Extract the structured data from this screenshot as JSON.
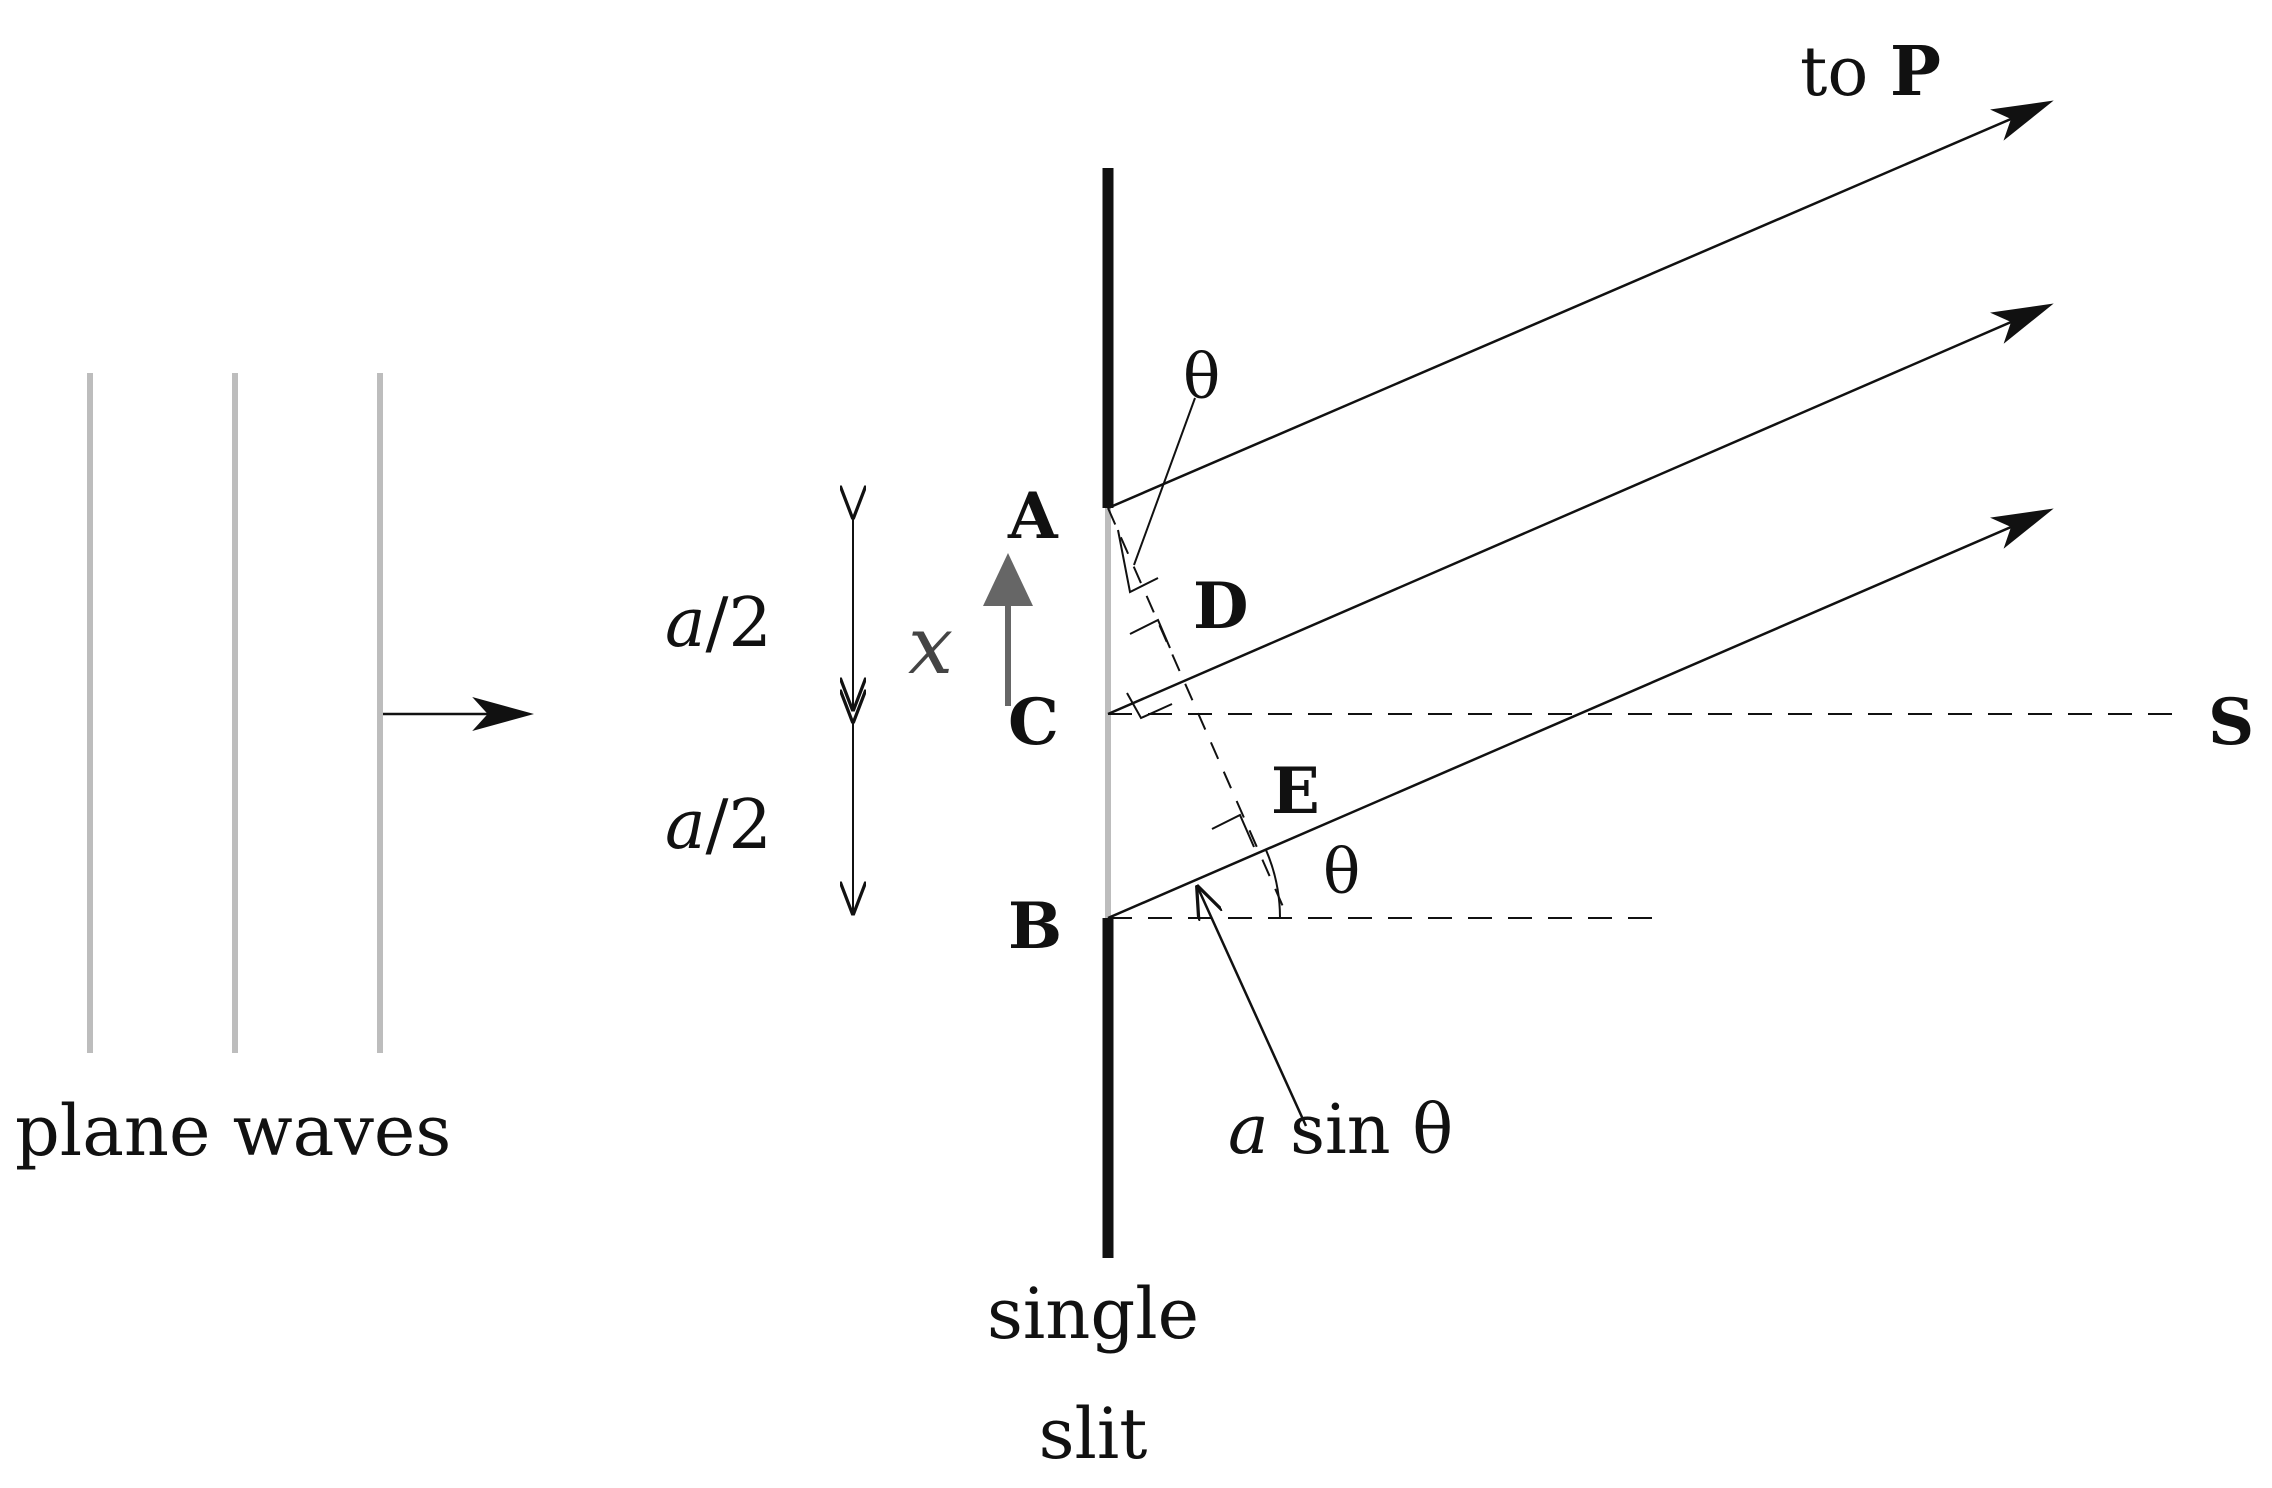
{
  "labels": {
    "to_p_prefix": "to",
    "to_p_point": "P",
    "theta_top": "θ",
    "point_a": "A",
    "point_d": "D",
    "point_c": "C",
    "point_e": "E",
    "point_b": "B",
    "point_s": "S",
    "theta_bottom": "θ",
    "half_width_upper_var": "a",
    "half_width_upper_rest": "/2",
    "half_width_lower_var": "a",
    "half_width_lower_rest": "/2",
    "x_axis": "x",
    "path_diff_var": "a",
    "path_diff_rest": " sin θ",
    "plane_waves": "plane waves",
    "single": "single",
    "slit": "slit"
  },
  "colors": {
    "ink": "#111111",
    "wave_gray": "#bdbdbd",
    "slit_gray": "#bdbdbd",
    "arrow_gray": "#666666"
  }
}
